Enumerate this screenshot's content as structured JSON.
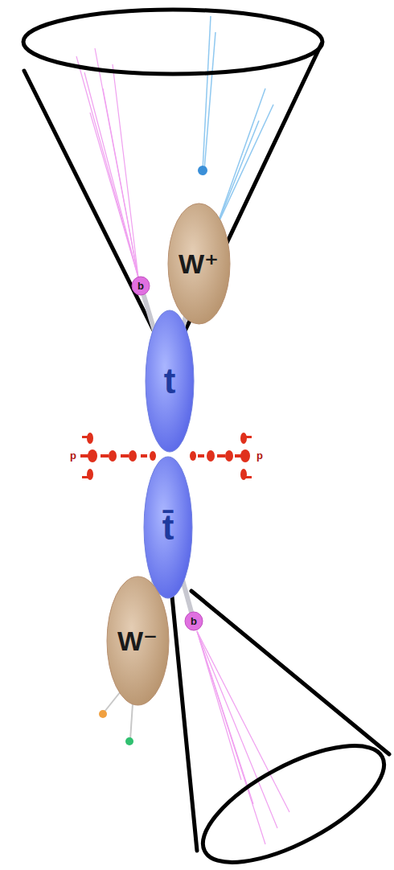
{
  "diagram": {
    "nodes": [
      {
        "text": [
          "t"
        ]
      },
      {
        "text": [
          "W⁺"
        ]
      },
      {
        "text": [
          "b"
        ]
      },
      {
        "text": [
          "t̄"
        ]
      },
      {
        "text": [
          "W⁻"
        ]
      },
      {
        "text": [
          "b"
        ]
      }
    ],
    "edges": [
      {
        "from": 0,
        "to": 1,
        "arrow": "none"
      },
      {
        "from": 0,
        "to": 2,
        "arrow": "none"
      },
      {
        "from": 3,
        "to": 4,
        "arrow": "none"
      },
      {
        "from": 3,
        "to": 5,
        "arrow": "none"
      }
    ],
    "labels": [
      "p",
      "p"
    ]
  }
}
